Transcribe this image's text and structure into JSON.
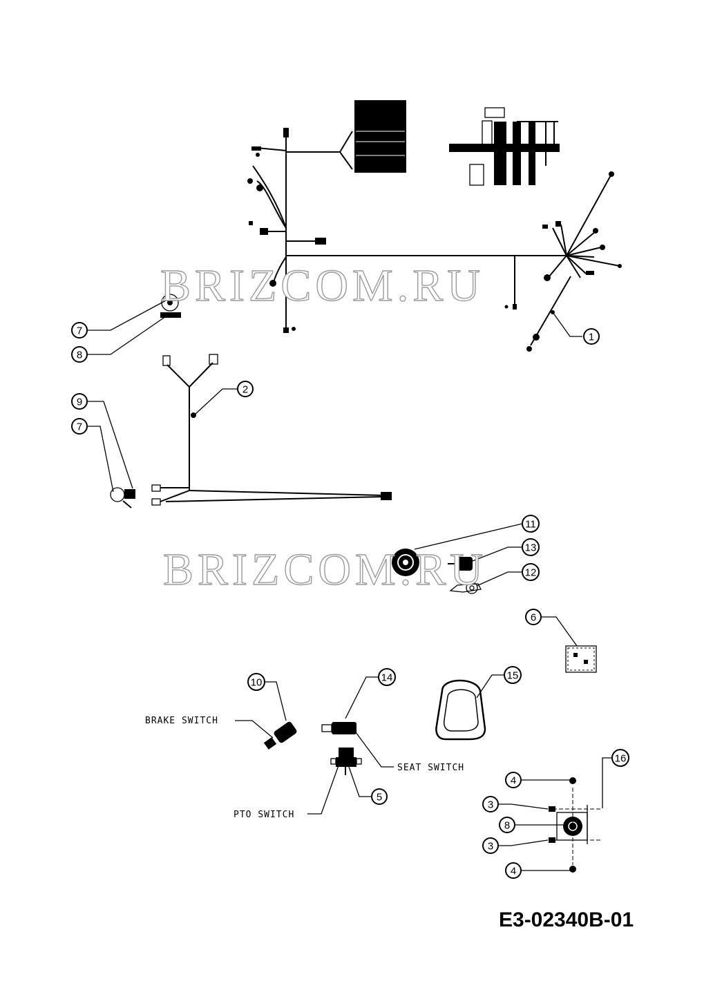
{
  "callouts": [
    {
      "id": "c1",
      "text": "1"
    },
    {
      "id": "c2",
      "text": "2"
    },
    {
      "id": "c3a",
      "text": "3"
    },
    {
      "id": "c3b",
      "text": "3"
    },
    {
      "id": "c4a",
      "text": "4"
    },
    {
      "id": "c4b",
      "text": "4"
    },
    {
      "id": "c5",
      "text": "5"
    },
    {
      "id": "c6",
      "text": "6"
    },
    {
      "id": "c7a",
      "text": "7"
    },
    {
      "id": "c7b",
      "text": "7"
    },
    {
      "id": "c8a",
      "text": "8"
    },
    {
      "id": "c8b",
      "text": "8"
    },
    {
      "id": "c9",
      "text": "9"
    },
    {
      "id": "c10",
      "text": "10"
    },
    {
      "id": "c11",
      "text": "11"
    },
    {
      "id": "c12",
      "text": "12"
    },
    {
      "id": "c13",
      "text": "13"
    },
    {
      "id": "c14",
      "text": "14"
    },
    {
      "id": "c15",
      "text": "15"
    },
    {
      "id": "c16",
      "text": "16"
    }
  ],
  "labels": {
    "brake_switch": "BRAKE SWITCH",
    "seat_switch": "SEAT SWITCH",
    "pto_switch": "PTO SWITCH"
  },
  "watermark": "BRIZCOM.RU",
  "drawing_code": "E3-02340B-01"
}
